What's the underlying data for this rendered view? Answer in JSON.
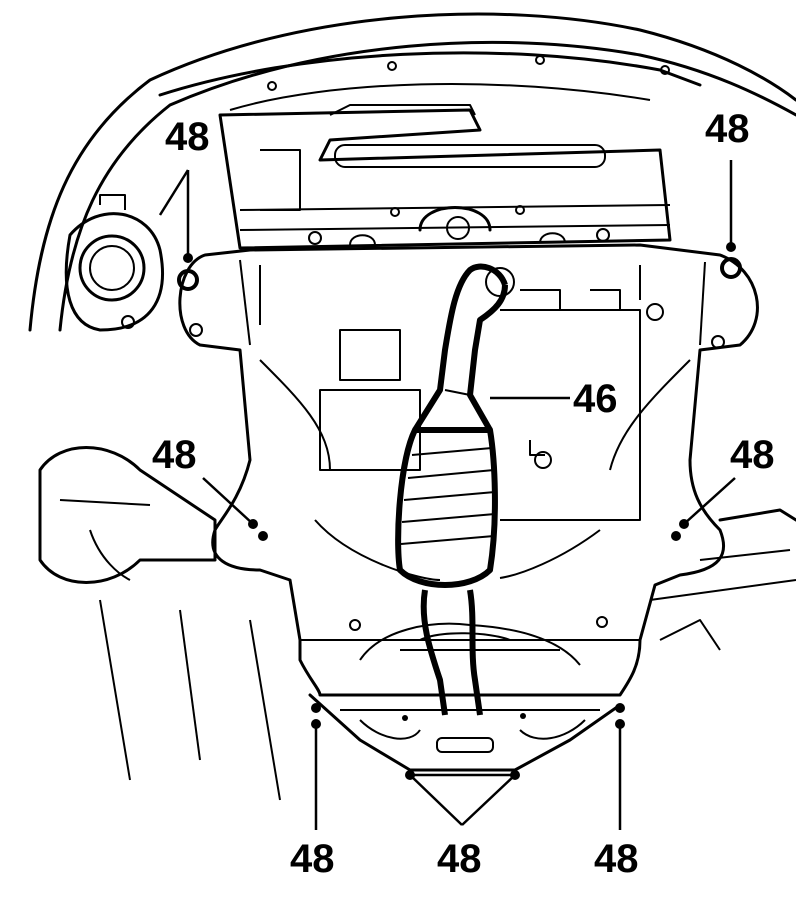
{
  "labels": {
    "bolt_top_left": "48",
    "bolt_top_right": "48",
    "bolt_mid_left": "48",
    "bolt_mid_right": "48",
    "bolt_bottom_left": "48",
    "bolt_bottom_center": "48",
    "bolt_bottom_right": "48",
    "exhaust_pipe": "46"
  },
  "colors": {
    "ink": "#000000",
    "background": "#ffffff"
  }
}
